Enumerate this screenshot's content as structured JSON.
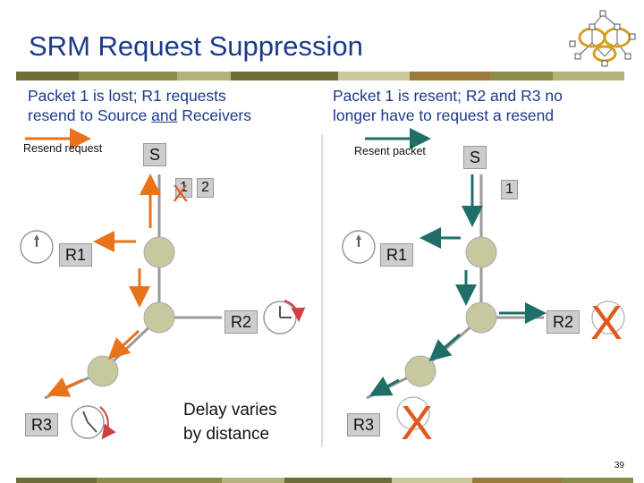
{
  "slide": {
    "title": "SRM Request Suppression",
    "page_number": "39"
  },
  "left_panel": {
    "caption_line1": "Packet 1 is lost; R1 requests",
    "caption_line2_pre": "resend to Source ",
    "caption_line2_underlined": "and",
    "caption_line2_post": " Receivers",
    "legend_text": "Resend request",
    "source_label": "S",
    "packet_labels": [
      "1",
      "2"
    ],
    "receiver_labels": [
      "R1",
      "R2",
      "R3"
    ],
    "note_line1": "Delay varies",
    "note_line2": "by distance"
  },
  "right_panel": {
    "caption_line1": "Packet 1 is resent; R2 and R3 no",
    "caption_line2": "longer have to request a resend",
    "legend_text": "Resent packet",
    "source_label": "S",
    "packet_label": "1",
    "receiver_labels": [
      "R1",
      "R2",
      "R3"
    ]
  },
  "colors": {
    "title_blue": "#1a3a8a",
    "request_orange": "#e8731a",
    "resent_teal": "#1f6f68",
    "node_fill": "#c8c8a0",
    "lost_x_red": "#e05a1a",
    "band_colors": [
      "#6d6d3a",
      "#8c8c4a",
      "#b2b27a",
      "#c8c89a",
      "#9c7a3a"
    ]
  }
}
